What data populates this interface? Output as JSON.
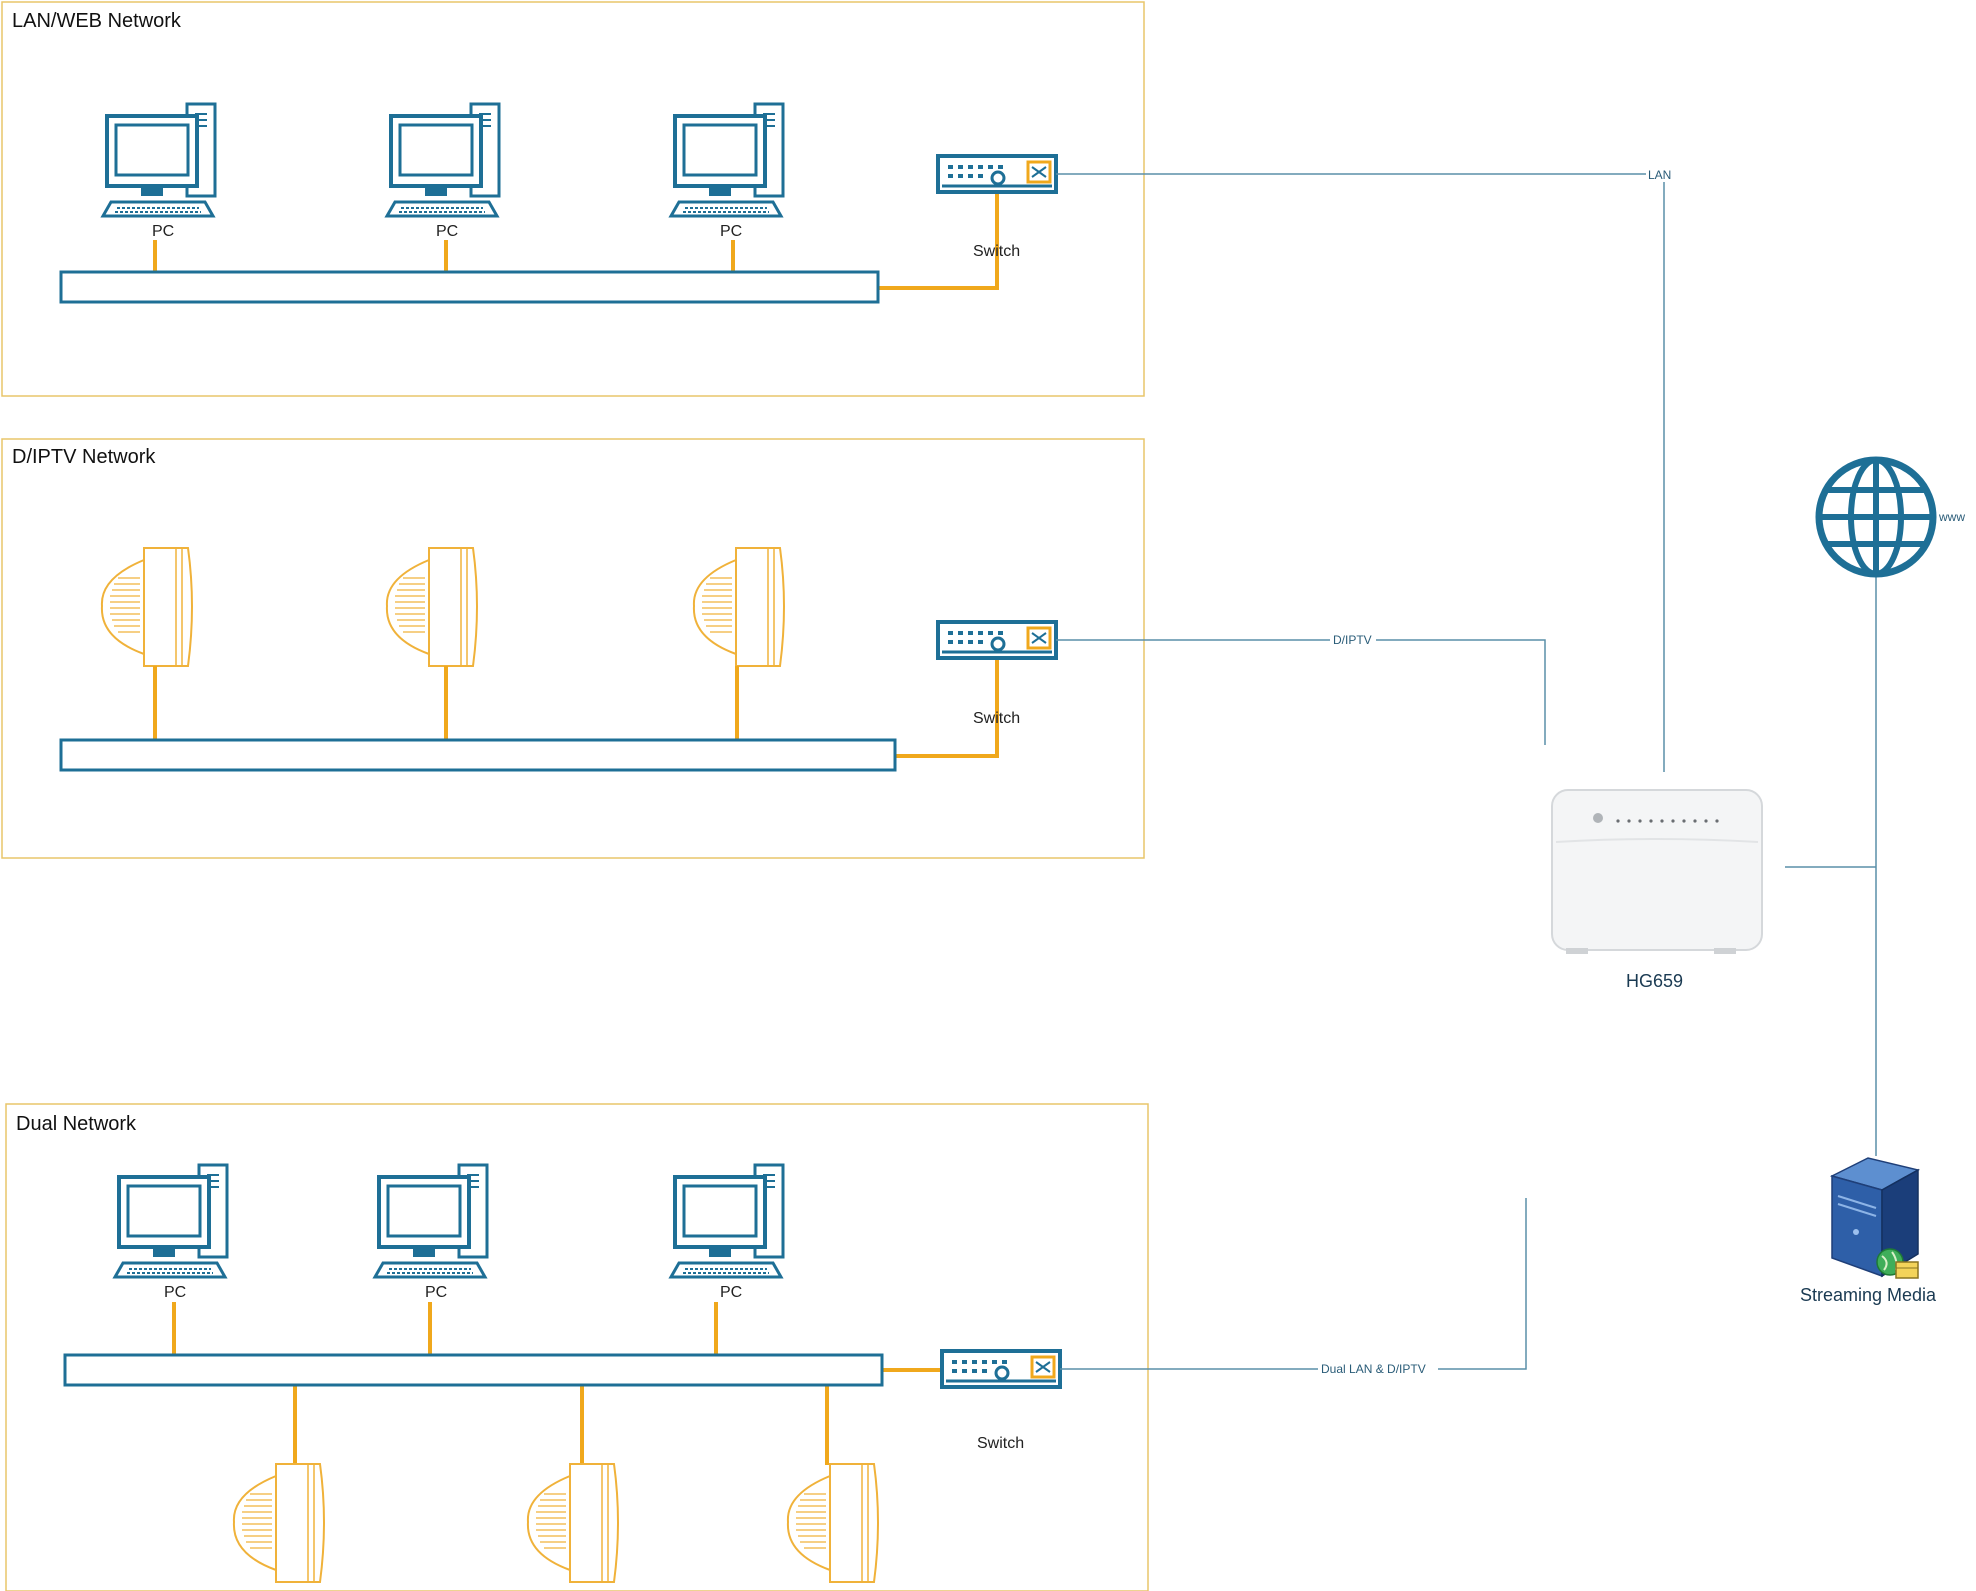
{
  "groups": {
    "lan": {
      "title": "LAN/WEB Network",
      "pc_label": "PC",
      "switch_label": "Switch"
    },
    "iptv": {
      "title": "D/IPTV Network",
      "switch_label": "Switch"
    },
    "dual": {
      "title": "Dual Network",
      "pc_label": "PC",
      "switch_label": "Switch"
    }
  },
  "links": {
    "lan": "LAN",
    "iptv": "D/IPTV",
    "dual": "Dual LAN & D/IPTV"
  },
  "router": {
    "label": "HG659"
  },
  "internet": {
    "label": "www"
  },
  "server": {
    "label": "Streaming Media"
  },
  "colors": {
    "frame": "#e8c56a",
    "device_blue": "#1e6f96",
    "cable_orange": "#f0a81c",
    "link_line": "#5a8fa8",
    "stb_outline": "#f0b23a"
  }
}
